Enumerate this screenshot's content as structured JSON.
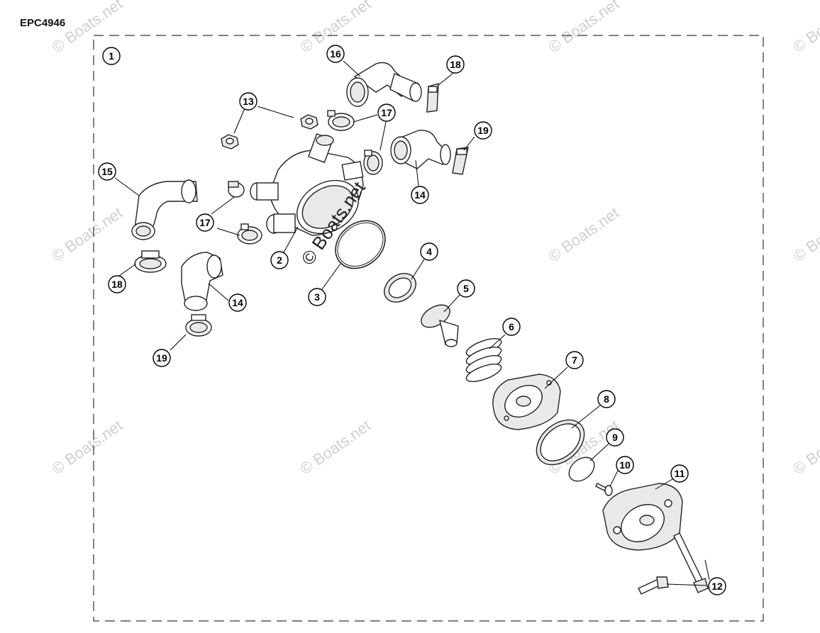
{
  "diagram_code": "EPC4946",
  "watermark": "© Boats.net",
  "center_watermark": "© Boats.net",
  "callouts": [
    {
      "id": "c1",
      "label": "1"
    },
    {
      "id": "c2",
      "label": "2"
    },
    {
      "id": "c3",
      "label": "3"
    },
    {
      "id": "c4",
      "label": "4"
    },
    {
      "id": "c5",
      "label": "5"
    },
    {
      "id": "c6",
      "label": "6"
    },
    {
      "id": "c7",
      "label": "7"
    },
    {
      "id": "c8",
      "label": "8"
    },
    {
      "id": "c9",
      "label": "9"
    },
    {
      "id": "c10",
      "label": "10"
    },
    {
      "id": "c11",
      "label": "11"
    },
    {
      "id": "c12",
      "label": "12"
    },
    {
      "id": "c13",
      "label": "13"
    },
    {
      "id": "c14a",
      "label": "14"
    },
    {
      "id": "c14b",
      "label": "14"
    },
    {
      "id": "c15",
      "label": "15"
    },
    {
      "id": "c16",
      "label": "16"
    },
    {
      "id": "c17a",
      "label": "17"
    },
    {
      "id": "c17b",
      "label": "17"
    },
    {
      "id": "c18a",
      "label": "18"
    },
    {
      "id": "c18b",
      "label": "18"
    },
    {
      "id": "c19a",
      "label": "19"
    },
    {
      "id": "c19b",
      "label": "19"
    }
  ]
}
